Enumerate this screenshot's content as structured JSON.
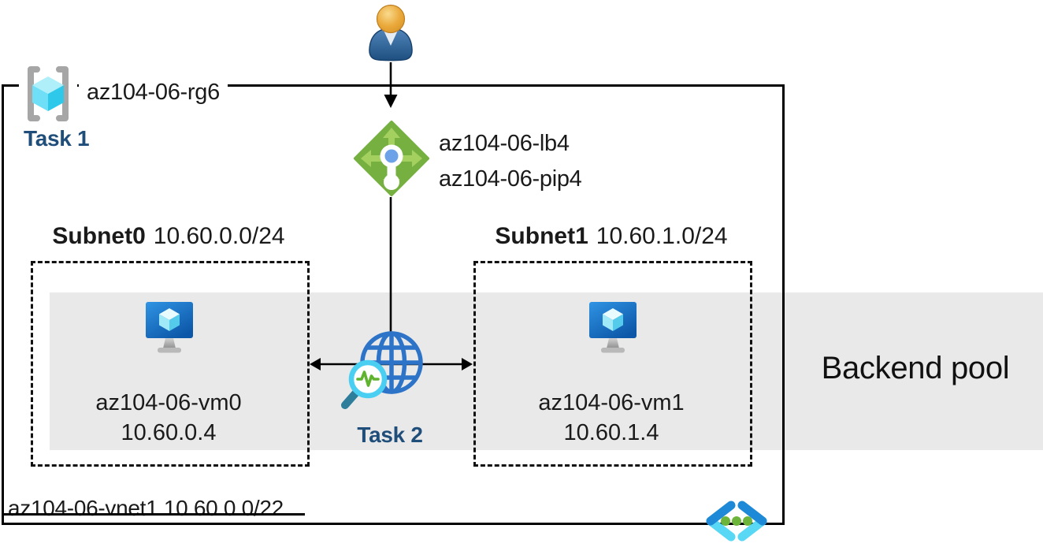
{
  "rg": {
    "name": "az104-06-rg6",
    "task_label": "Task 1"
  },
  "lb": {
    "name": "az104-06-lb4",
    "pip": "az104-06-pip4"
  },
  "subnet0": {
    "name": "Subnet0",
    "cidr": "10.60.0.0/24"
  },
  "subnet1": {
    "name": "Subnet1",
    "cidr": "10.60.1.0/24"
  },
  "vm0": {
    "name": "az104-06-vm0",
    "ip": "10.60.0.4"
  },
  "vm1": {
    "name": "az104-06-vm1",
    "ip": "10.60.1.4"
  },
  "backend_pool": {
    "label": "Backend pool"
  },
  "task2": {
    "label": "Task 2"
  },
  "vnet": {
    "label": "az104-06-vnet1 10.60.0.0/22"
  },
  "icons": {
    "user": "user-icon",
    "resource_group": "resource-group-icon",
    "load_balancer": "load-balancer-icon",
    "virtual_machine": "virtual-machine-icon",
    "network_watcher": "network-watcher-icon",
    "virtual_network": "virtual-network-icon"
  },
  "colors": {
    "task_text": "#1F4E7A",
    "lb_green": "#76B041",
    "lb_arrow_green": "#A4D05F",
    "band_gray": "#E9E9E9",
    "vm_blue": "#1668C7",
    "globe_blue": "#2D74C8",
    "cube_cyan": "#50E6FF",
    "line_black": "#000000"
  }
}
